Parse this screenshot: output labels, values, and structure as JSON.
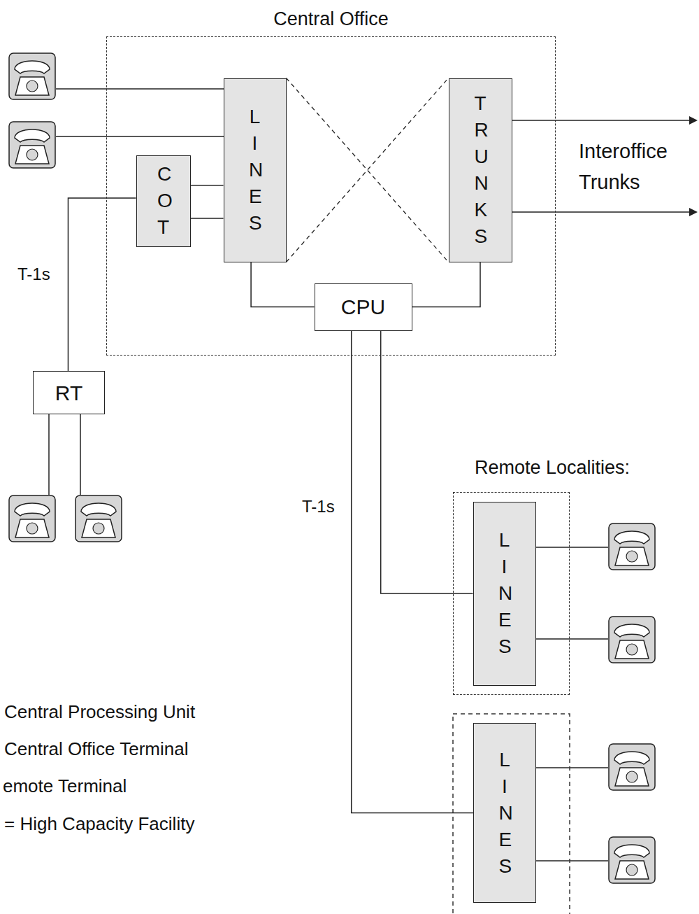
{
  "diagram": {
    "nodes": [
      {
        "text": [
          "Central Office"
        ]
      },
      {
        "text": [
          "LINES"
        ],
        "in": 0
      },
      {
        "text": [
          "COT"
        ],
        "in": 0
      },
      {
        "text": [
          "TRUNKS"
        ],
        "in": 0
      },
      {
        "text": [
          "CPU"
        ],
        "in": 0
      },
      {
        "text": [
          "RT"
        ]
      },
      {
        "text": [
          "Remote Localities:"
        ]
      },
      {
        "text": [
          "LINES"
        ],
        "in": 6
      },
      {
        "text": [
          "LINES"
        ]
      }
    ],
    "edges": [
      {
        "from": 2,
        "to": 1,
        "arrow": "none"
      },
      {
        "from": 2,
        "to": 1,
        "arrow": "none"
      },
      {
        "from": 1,
        "to": 3,
        "arrow": "none"
      },
      {
        "from": 1,
        "to": 3,
        "arrow": "none"
      },
      {
        "from": 1,
        "to": 4,
        "arrow": "none"
      },
      {
        "from": 4,
        "to": 3,
        "arrow": "none"
      },
      {
        "from": 2,
        "to": 5,
        "arrow": "none"
      },
      {
        "from": 4,
        "to": 7,
        "arrow": "none"
      },
      {
        "from": 4,
        "to": 8,
        "arrow": "none"
      }
    ],
    "labels": [
      "Interoffice Trunks",
      "T-1s",
      "T-1s",
      "Central Processing Unit",
      "Central Office Terminal",
      "emote Terminal",
      "= High Capacity Facility"
    ]
  }
}
